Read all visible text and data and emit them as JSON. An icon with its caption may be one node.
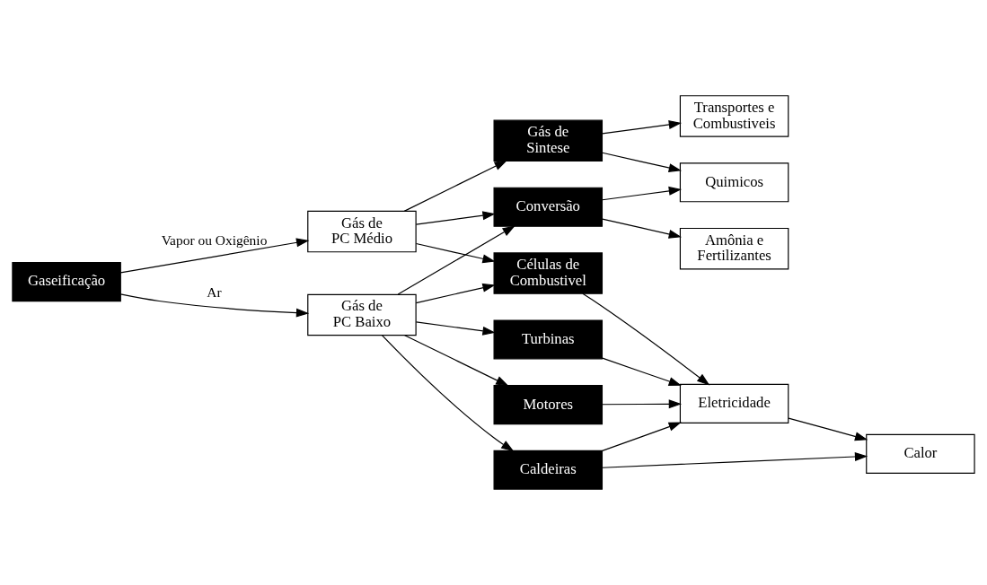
{
  "diagram": {
    "nodes": [
      {
        "text": [
          "Gaseificação"
        ]
      },
      {
        "text": [
          "Gás de PC Médio"
        ]
      },
      {
        "text": [
          "Gás de PC Baixo"
        ]
      },
      {
        "text": [
          "Gás de Sintese"
        ]
      },
      {
        "text": [
          "Conversão"
        ]
      },
      {
        "text": [
          "Células de Combustivel"
        ]
      },
      {
        "text": [
          "Turbinas"
        ]
      },
      {
        "text": [
          "Motores"
        ]
      },
      {
        "text": [
          "Caldeiras"
        ]
      },
      {
        "text": [
          "Transportes e Combustiveis"
        ]
      },
      {
        "text": [
          "Quimicos"
        ]
      },
      {
        "text": [
          "Amônia e Fertilizantes"
        ]
      },
      {
        "text": [
          "Eletricidade"
        ]
      },
      {
        "text": [
          "Calor"
        ]
      }
    ],
    "edges": [
      {
        "from": 0,
        "to": 1,
        "arrow": "to",
        "label": "Vapor ou Oxigênio"
      },
      {
        "from": 0,
        "to": 2,
        "arrow": "to",
        "label": "Ar"
      },
      {
        "from": 1,
        "to": 3,
        "arrow": "to"
      },
      {
        "from": 1,
        "to": 4,
        "arrow": "to"
      },
      {
        "from": 1,
        "to": 5,
        "arrow": "to"
      },
      {
        "from": 2,
        "to": 4,
        "arrow": "to"
      },
      {
        "from": 2,
        "to": 5,
        "arrow": "to"
      },
      {
        "from": 2,
        "to": 6,
        "arrow": "to"
      },
      {
        "from": 2,
        "to": 7,
        "arrow": "to"
      },
      {
        "from": 2,
        "to": 8,
        "arrow": "to"
      },
      {
        "from": 3,
        "to": 9,
        "arrow": "to"
      },
      {
        "from": 3,
        "to": 10,
        "arrow": "to"
      },
      {
        "from": 4,
        "to": 10,
        "arrow": "to"
      },
      {
        "from": 4,
        "to": 11,
        "arrow": "to"
      },
      {
        "from": 5,
        "to": 12,
        "arrow": "to"
      },
      {
        "from": 6,
        "to": 12,
        "arrow": "to"
      },
      {
        "from": 7,
        "to": 12,
        "arrow": "to"
      },
      {
        "from": 8,
        "to": 12,
        "arrow": "to"
      },
      {
        "from": 8,
        "to": 13,
        "arrow": "to"
      },
      {
        "from": 12,
        "to": 13,
        "arrow": "to"
      }
    ]
  }
}
